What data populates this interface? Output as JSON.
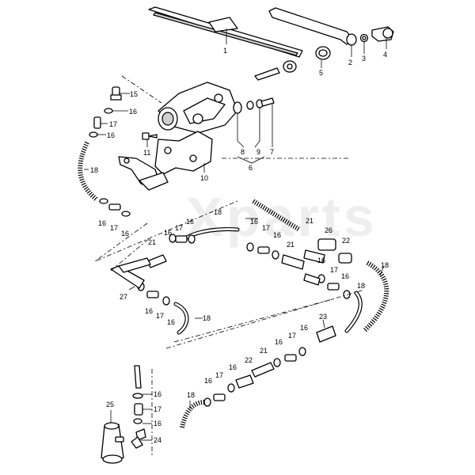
{
  "watermark": "Xparts",
  "callouts": [
    {
      "id": "c1",
      "text": "1"
    },
    {
      "id": "c2",
      "text": "2"
    },
    {
      "id": "c3",
      "text": "3"
    },
    {
      "id": "c4",
      "text": "4"
    },
    {
      "id": "c5",
      "text": "5"
    },
    {
      "id": "c15",
      "text": "15"
    },
    {
      "id": "c16a",
      "text": "16"
    },
    {
      "id": "c17a",
      "text": "17"
    },
    {
      "id": "c16b",
      "text": "16"
    },
    {
      "id": "c11",
      "text": "11"
    },
    {
      "id": "c10",
      "text": "10"
    },
    {
      "id": "c8",
      "text": "8"
    },
    {
      "id": "c9",
      "text": "9"
    },
    {
      "id": "c7",
      "text": "7"
    },
    {
      "id": "c6",
      "text": "6"
    },
    {
      "id": "c18a",
      "text": "18"
    },
    {
      "id": "c16c",
      "text": "16"
    },
    {
      "id": "c17b",
      "text": "17"
    },
    {
      "id": "c16d",
      "text": "16"
    },
    {
      "id": "c18b",
      "text": "18"
    },
    {
      "id": "c16e",
      "text": "16"
    },
    {
      "id": "c17c",
      "text": "17"
    },
    {
      "id": "c16f",
      "text": "16"
    },
    {
      "id": "c21a",
      "text": "21"
    },
    {
      "id": "c16g",
      "text": "16"
    },
    {
      "id": "c17d",
      "text": "17"
    },
    {
      "id": "c16h",
      "text": "16"
    },
    {
      "id": "c21b",
      "text": "21"
    },
    {
      "id": "c26",
      "text": "26"
    },
    {
      "id": "c22a",
      "text": "22"
    },
    {
      "id": "c21c",
      "text": "21"
    },
    {
      "id": "c16i",
      "text": "16"
    },
    {
      "id": "c17e",
      "text": "17"
    },
    {
      "id": "c16j",
      "text": "16"
    },
    {
      "id": "c18c",
      "text": "18"
    },
    {
      "id": "c18d",
      "text": "18"
    },
    {
      "id": "c27",
      "text": "27"
    },
    {
      "id": "c16k",
      "text": "16"
    },
    {
      "id": "c17f",
      "text": "17"
    },
    {
      "id": "c16l",
      "text": "16"
    },
    {
      "id": "c18e",
      "text": "18"
    },
    {
      "id": "c23",
      "text": "23"
    },
    {
      "id": "c16m",
      "text": "16"
    },
    {
      "id": "c17g",
      "text": "17"
    },
    {
      "id": "c16n",
      "text": "16"
    },
    {
      "id": "c21d",
      "text": "21"
    },
    {
      "id": "c22b",
      "text": "22"
    },
    {
      "id": "c16o",
      "text": "16"
    },
    {
      "id": "c17h",
      "text": "17"
    },
    {
      "id": "c16p",
      "text": "16"
    },
    {
      "id": "c18f",
      "text": "18"
    },
    {
      "id": "c25",
      "text": "25"
    },
    {
      "id": "c16q",
      "text": "16"
    },
    {
      "id": "c17i",
      "text": "17"
    },
    {
      "id": "c16r",
      "text": "16"
    },
    {
      "id": "c24",
      "text": "24"
    }
  ]
}
